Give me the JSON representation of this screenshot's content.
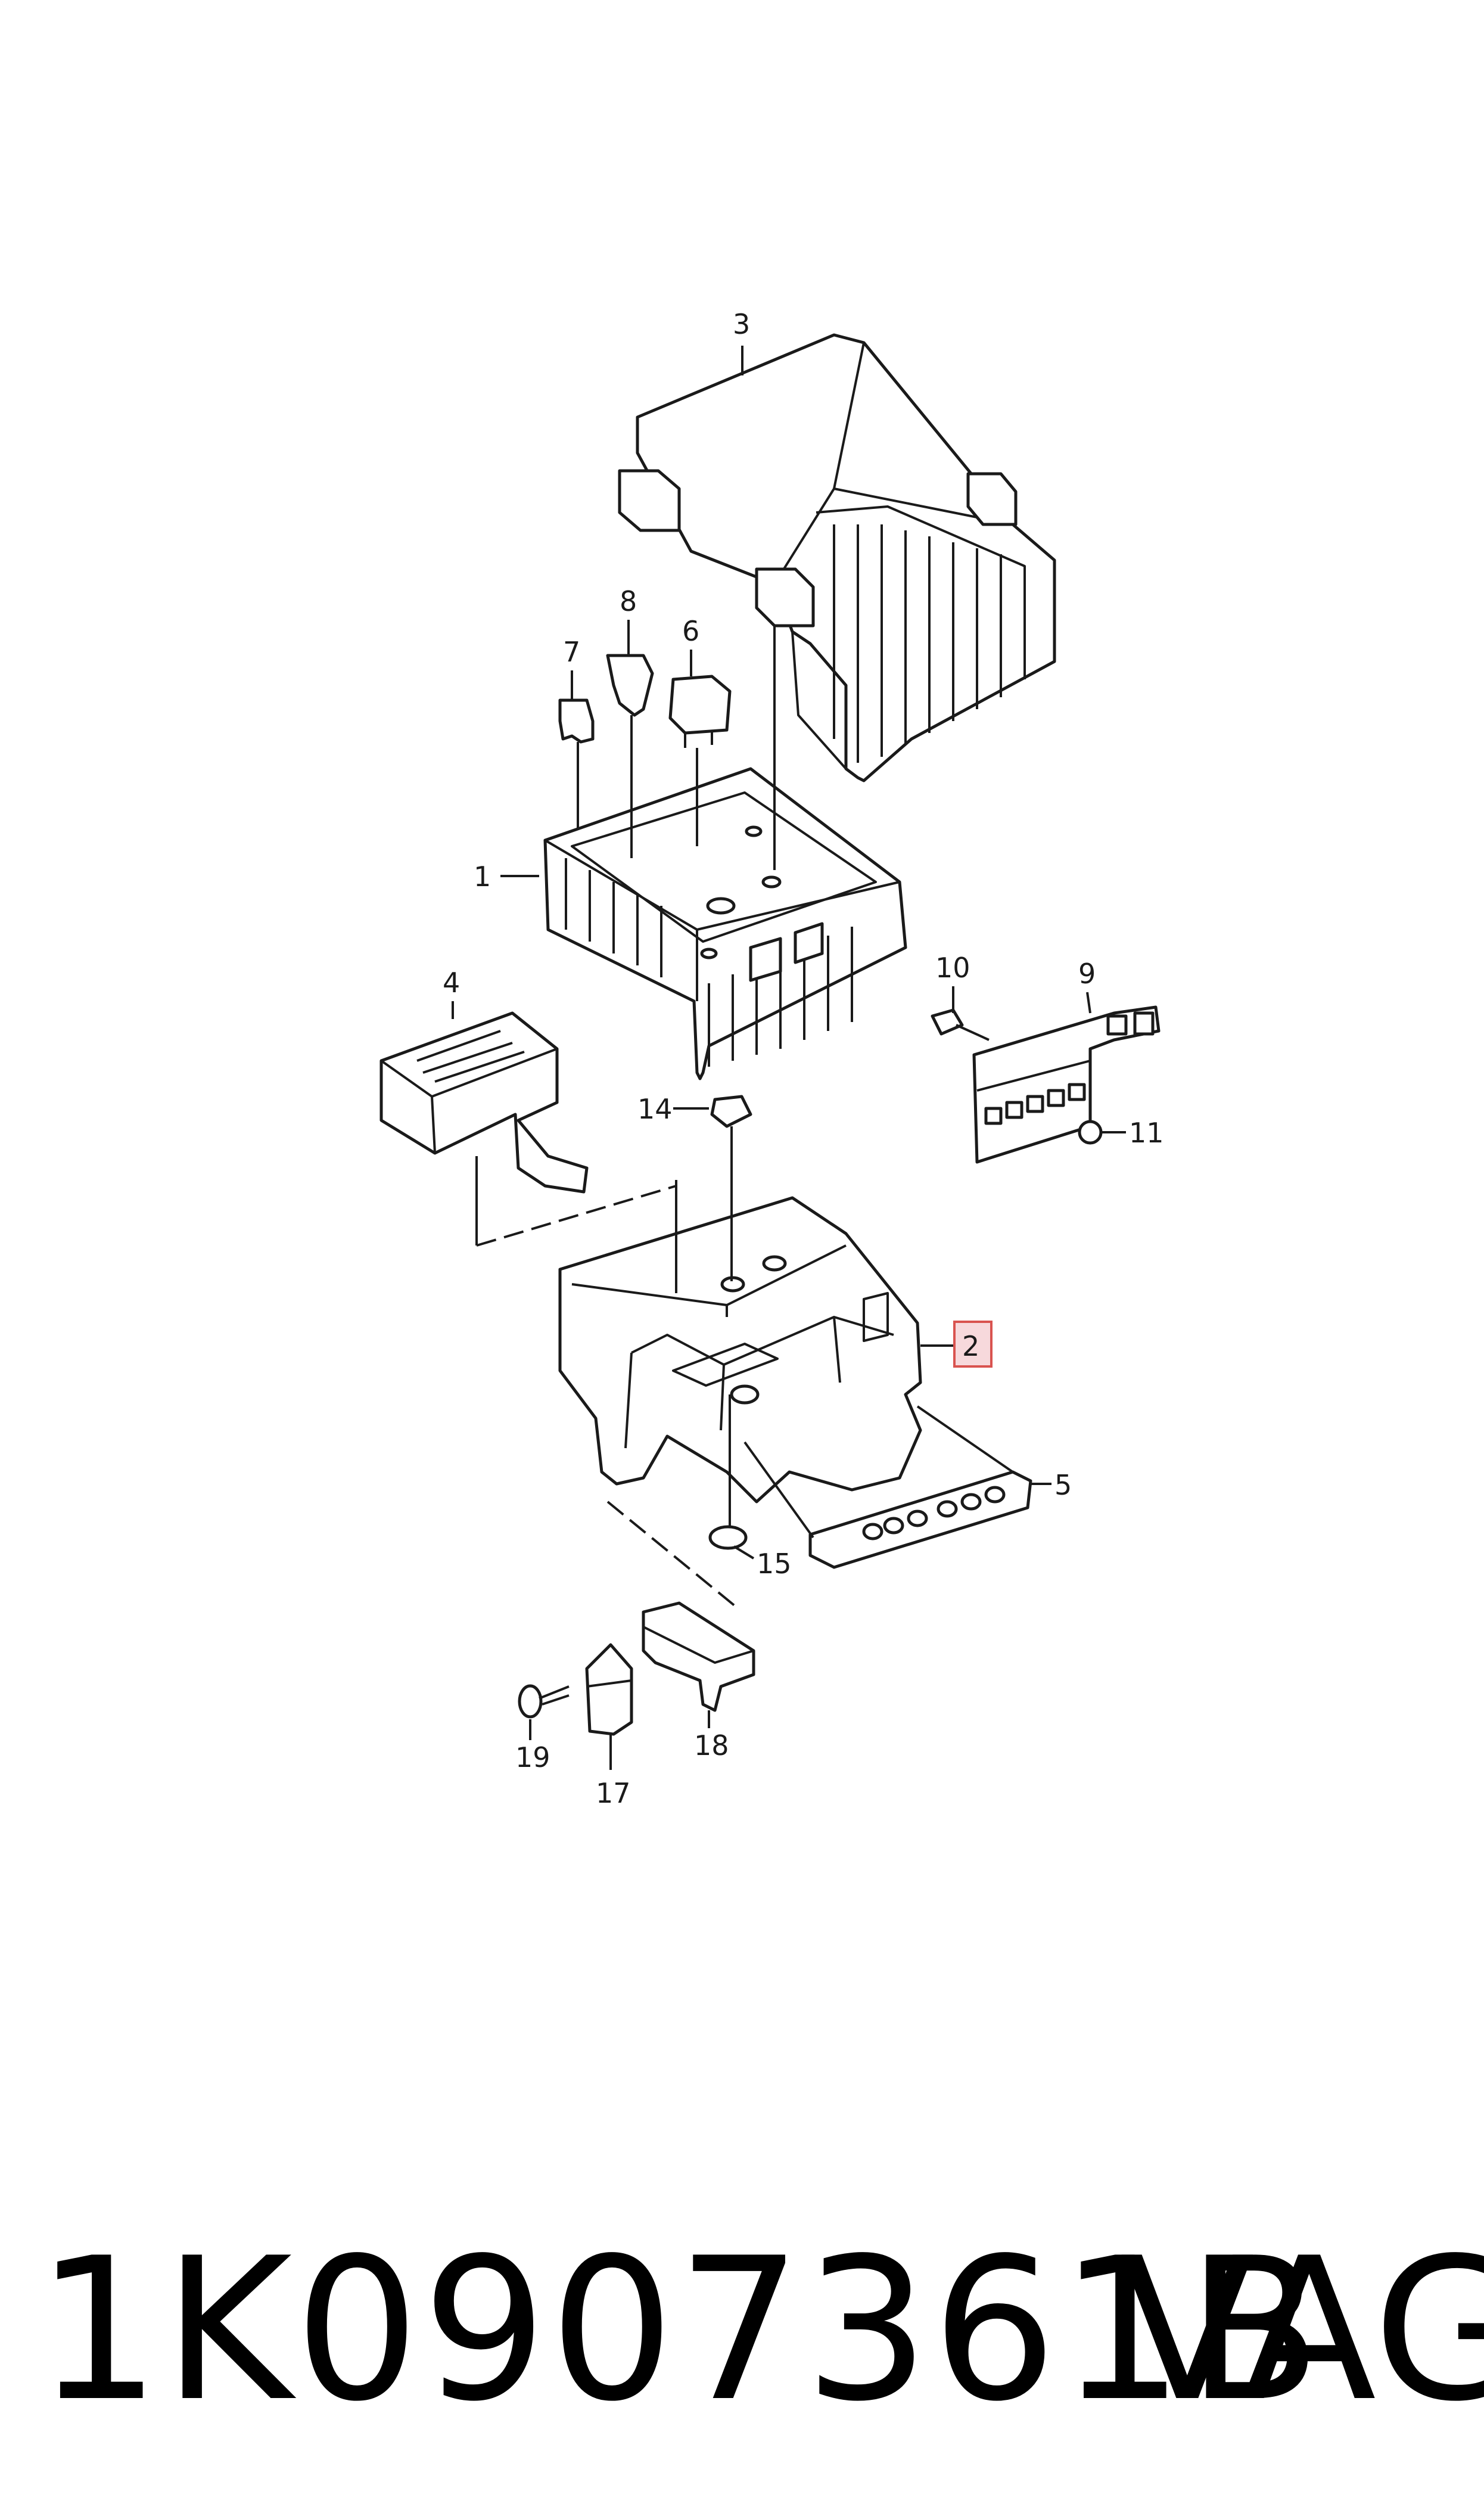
{
  "diagram": {
    "callouts": {
      "c1": "1",
      "c2": "2",
      "c3": "3",
      "c4": "4",
      "c5": "5",
      "c6": "6",
      "c7": "7",
      "c8": "8",
      "c9": "9",
      "c10": "10",
      "c11": "11",
      "c14": "14",
      "c15": "15",
      "c17": "17",
      "c18": "18",
      "c19": "19"
    },
    "highlighted_callout": "2",
    "highlight_color": "#d9534f"
  },
  "footer": {
    "part_number": "1K0907361B",
    "brand": "VAG"
  }
}
